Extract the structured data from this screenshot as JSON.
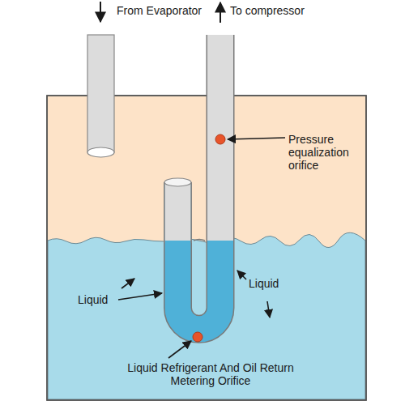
{
  "diagram": {
    "labels": [
      "From Evaporator",
      "To compressor",
      "Pressure equalization orifice",
      "Liquid",
      "Liquid",
      "Liquid Refrigerant And Oil Return Metering Orifice"
    ]
  }
}
